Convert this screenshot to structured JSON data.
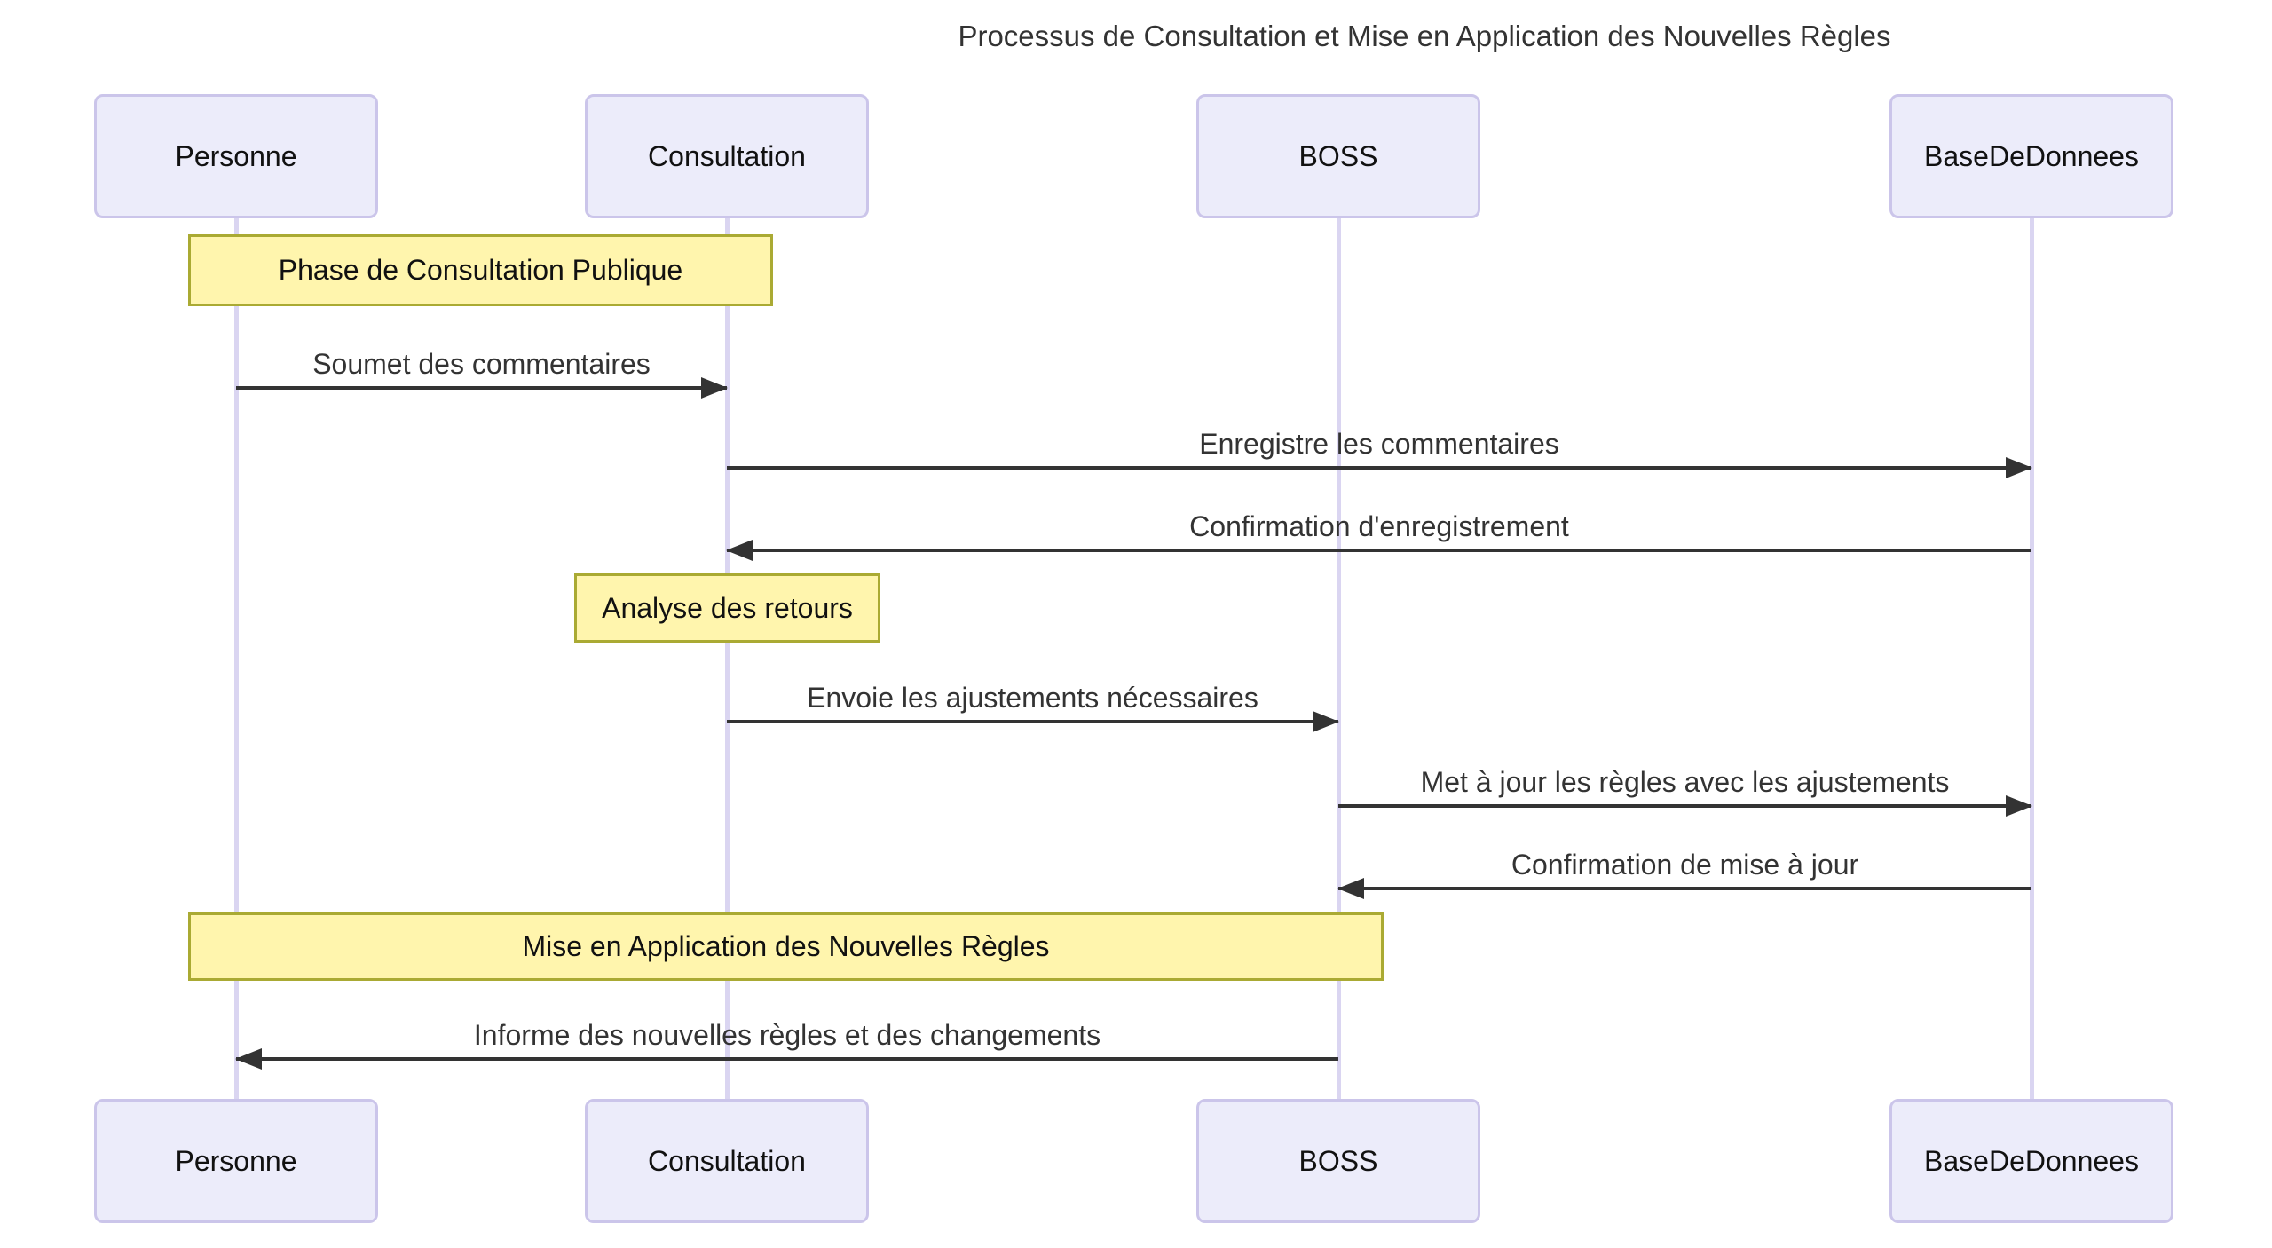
{
  "title": "Processus de Consultation et Mise en Application des Nouvelles Règles",
  "participants": [
    {
      "name": "Personne"
    },
    {
      "name": "Consultation"
    },
    {
      "name": "BOSS"
    },
    {
      "name": "BaseDeDonnees"
    }
  ],
  "notes": [
    {
      "text": "Phase de Consultation Publique",
      "over": "Personne, Consultation"
    },
    {
      "text": "Analyse des retours",
      "over": "Consultation"
    },
    {
      "text": "Mise en Application des Nouvelles Règles",
      "over": "Personne, BOSS"
    }
  ],
  "messages": [
    {
      "from": "Personne",
      "to": "Consultation",
      "label": "Soumet des commentaires",
      "direction": "right"
    },
    {
      "from": "Consultation",
      "to": "BaseDeDonnees",
      "label": "Enregistre les commentaires",
      "direction": "right"
    },
    {
      "from": "BaseDeDonnees",
      "to": "Consultation",
      "label": "Confirmation d'enregistrement",
      "direction": "left"
    },
    {
      "from": "Consultation",
      "to": "BOSS",
      "label": "Envoie les ajustements nécessaires",
      "direction": "right"
    },
    {
      "from": "BOSS",
      "to": "BaseDeDonnees",
      "label": "Met à jour les règles avec les ajustements",
      "direction": "right"
    },
    {
      "from": "BaseDeDonnees",
      "to": "BOSS",
      "label": "Confirmation de mise à jour",
      "direction": "left"
    },
    {
      "from": "BOSS",
      "to": "Personne",
      "label": "Informe des nouvelles règles et des changements",
      "direction": "left"
    }
  ],
  "colors": {
    "background": "#FFFFFF",
    "actor_fill": "#ECECFA",
    "actor_border": "#CBC5EA",
    "lifeline": "#DAD5F1",
    "note_fill": "#FFF5AD",
    "note_border": "#AAAA33",
    "signal_line": "#333333",
    "message_text": "#333333",
    "actor_text": "#111111",
    "title_text": "#333333"
  }
}
